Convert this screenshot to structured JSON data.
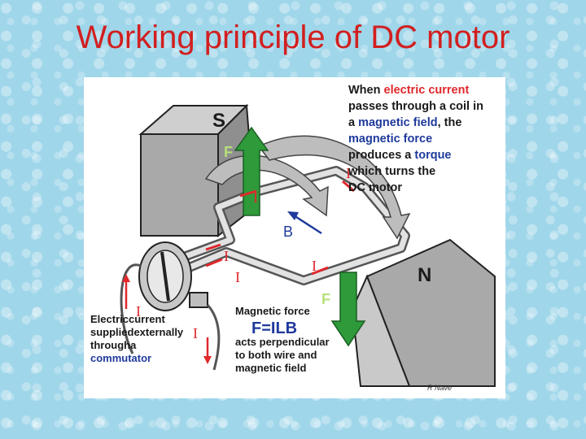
{
  "slide": {
    "title": "Working principle of DC motor"
  },
  "diagram": {
    "pole_south": "S",
    "pole_north": "N",
    "force_label_top": "F",
    "force_label_bottom": "F",
    "field_label": "B",
    "current_label": "I",
    "description_lines": [
      [
        {
          "text": "When ",
          "cls": ""
        },
        {
          "text": "electric current",
          "cls": "red"
        }
      ],
      [
        {
          "text": "passes through a  coil in",
          "cls": ""
        }
      ],
      [
        {
          "text": "a ",
          "cls": ""
        },
        {
          "text": "magnetic field",
          "cls": "blue"
        },
        {
          "text": ", the",
          "cls": ""
        }
      ],
      [
        {
          "text": "magnetic force",
          "cls": "blue"
        }
      ],
      [
        {
          "text": "produces a ",
          "cls": ""
        },
        {
          "text": "torque",
          "cls": "blue"
        }
      ],
      [
        {
          "text": "which turns the",
          "cls": ""
        }
      ],
      [
        {
          "text": "DC motor",
          "cls": ""
        }
      ]
    ],
    "commutator_note_lines": [
      [
        {
          "text": "Electric",
          "cls": ""
        }
      ],
      [
        {
          "text": "current supplied",
          "cls": ""
        }
      ],
      [
        {
          "text": "externally through",
          "cls": ""
        }
      ],
      [
        {
          "text": "a ",
          "cls": ""
        },
        {
          "text": "commutator",
          "cls": "blue"
        }
      ]
    ],
    "force_note_title": "Magnetic force",
    "force_formula": "F=ILB",
    "force_note_lines": [
      "acts perpendicular",
      "to both wire and",
      "magnetic field"
    ],
    "credit": "R Nave",
    "colors": {
      "title": "#d21f1f",
      "force_arrow": "#2e9a3a",
      "current_arrow": "#e0282c",
      "field_arrow": "#1f3a9c",
      "magnet": "#a7a7a7",
      "wire": "#d9d9d9"
    }
  }
}
